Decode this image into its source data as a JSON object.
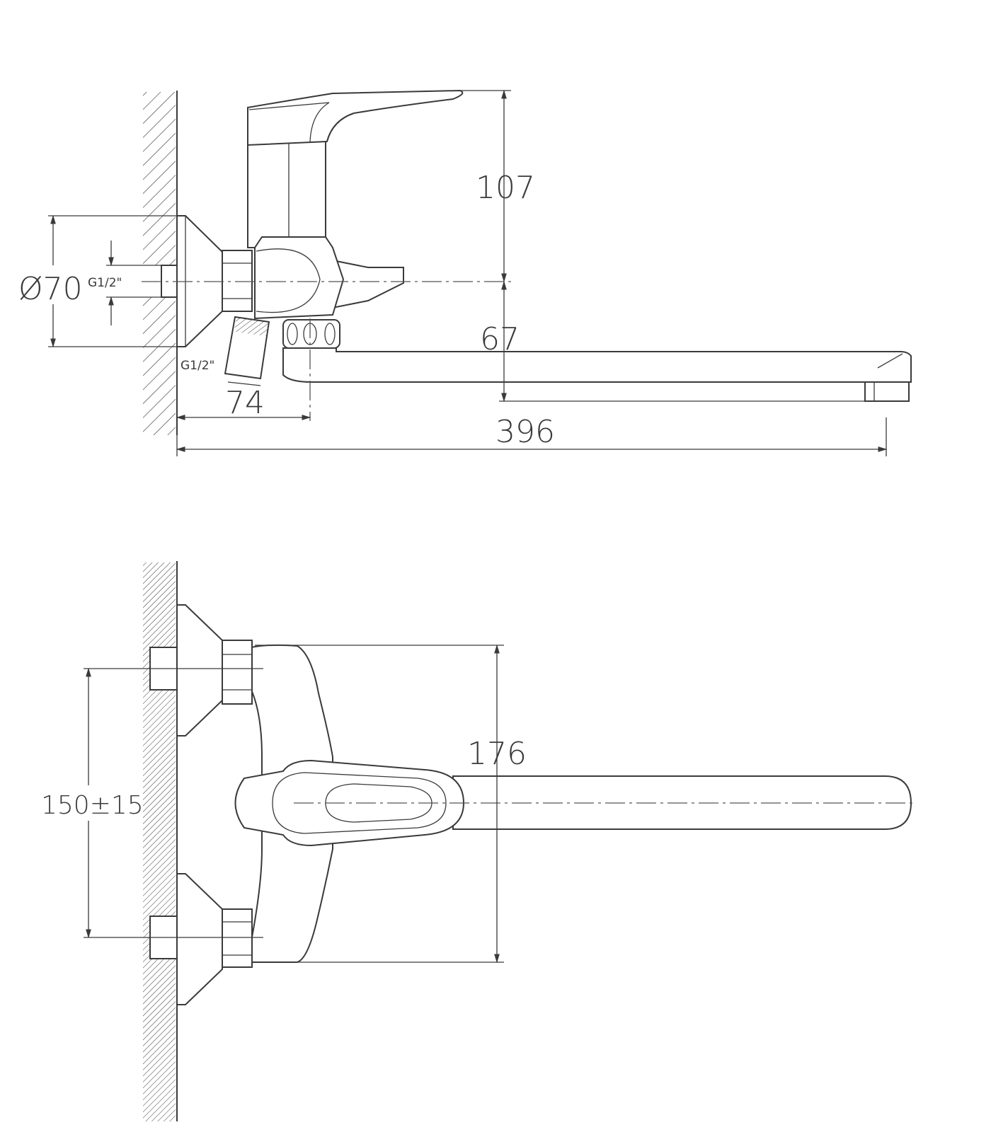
{
  "title": "Wall-mounted bath mixer with long spout - dimensional drawing",
  "side_view": {
    "height_handle": "107",
    "flange_diameter": "Ø70",
    "inlet_thread": "G1/2\"",
    "outlet_thread": "G1/2\"",
    "spout_drop": "67",
    "body_projection": "74",
    "spout_reach": "396"
  },
  "front_view": {
    "body_height": "176",
    "inlet_spacing": "150±15"
  },
  "line_color": "#3a3a3a"
}
